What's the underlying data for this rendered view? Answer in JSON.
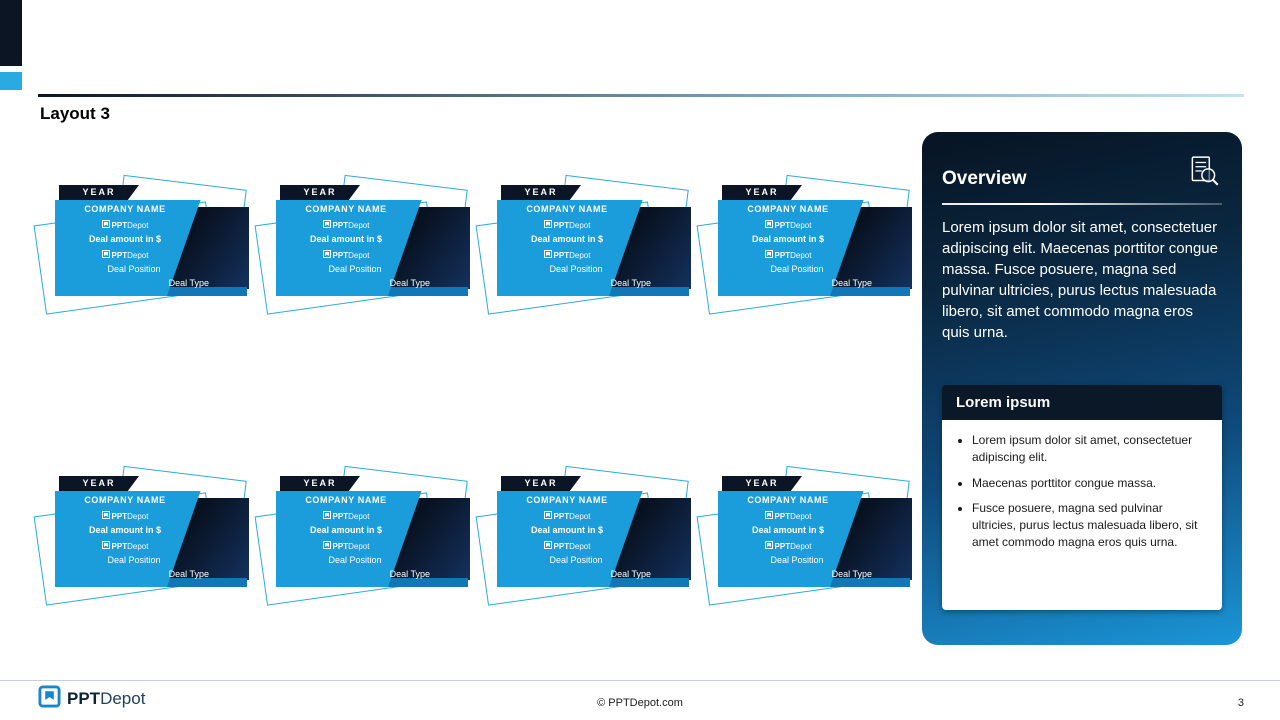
{
  "page": {
    "title": "Layout 3",
    "page_number": "3"
  },
  "cards_count": 8,
  "card": {
    "year": "YEAR",
    "company": "COMPANY NAME",
    "logo_bold": "PPT",
    "logo_light": "Depot",
    "deal_amount": "Deal amount in $",
    "deal_position": "Deal Position",
    "deal_type": "Deal Type"
  },
  "overview": {
    "title": "Overview",
    "paragraph": "Lorem ipsum dolor sit amet, consectetuer adipiscing elit. Maecenas porttitor congue massa. Fusce posuere, magna sed pulvinar ultricies, purus lectus malesuada libero, sit amet commodo magna eros quis urna.",
    "box_title": "Lorem ipsum",
    "bullets": [
      "Lorem ipsum dolor sit amet, consectetuer adipiscing elit.",
      "Maecenas porttitor congue massa.",
      "Fusce posuere, magna sed pulvinar ultricies, purus lectus malesuada libero, sit amet commodo magna eros quis urna."
    ]
  },
  "footer": {
    "brand_bold": "PPT",
    "brand_light": "Depot",
    "copyright": "© PPTDepot.com"
  },
  "colors": {
    "bright_blue": "#1b9cdb",
    "accent_blue": "#29abe2",
    "dark_navy": "#0b1526"
  }
}
